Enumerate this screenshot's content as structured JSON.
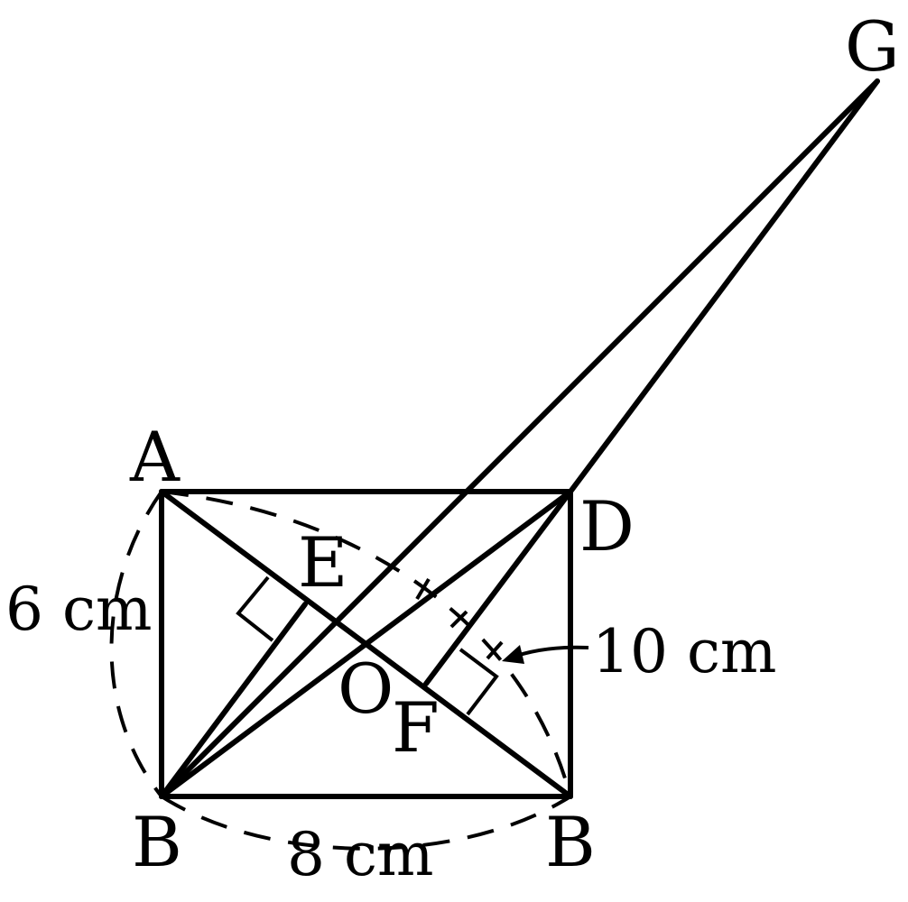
{
  "points": {
    "A": "A",
    "B_left": "B",
    "B_right": "B",
    "D": "D",
    "E": "E",
    "F": "F",
    "O": "O",
    "G": "G"
  },
  "measures": {
    "side_ab": "6 cm",
    "side_bottom": "8 cm",
    "diagonal": "10 cm"
  }
}
